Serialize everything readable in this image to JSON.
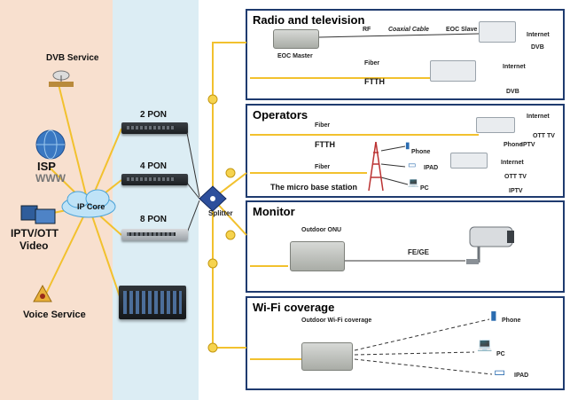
{
  "left": {
    "dvb_service": "DVB Service",
    "isp_label": "ISP",
    "www_label": "WWW",
    "ip_core": "IP Core",
    "iptv_ott_line1": "IPTV/OTT",
    "iptv_ott_line2": "Video",
    "voice_service": "Voice Service"
  },
  "olts": {
    "pon2": "2 PON",
    "pon4": "4 PON",
    "pon8": "8 PON"
  },
  "splitter_label": "Splitter",
  "scenes": {
    "radio": {
      "title": "Radio and television",
      "rf": "RF",
      "coax": "Coaxial Cable",
      "eoc_slave": "EOC Slave",
      "eoc_master": "EOC Master",
      "internet1": "Internet",
      "dvb1": "DVB",
      "fiber": "Fiber",
      "ftth": "FTTH",
      "internet2": "Internet",
      "dvb2": "DVB"
    },
    "operators": {
      "title": "Operators",
      "fiber1": "Fiber",
      "ftth": "FTTH",
      "fiber2": "Fiber",
      "micro": "The micro base station",
      "phone": "Phone",
      "ipad": "IPAD",
      "pc": "PC",
      "internet1": "Internet",
      "ott1": "OTT TV",
      "phone2": "Phone",
      "iptv1": "IPTV",
      "internet2": "Internet",
      "ott2": "OTT TV",
      "iptv2": "IPTV"
    },
    "monitor": {
      "title": "Monitor",
      "onu": "Outdoor ONU",
      "fege": "FE/GE"
    },
    "wifi": {
      "title": "Wi-Fi coverage",
      "outdoor": "Outdoor Wi-Fi coverage",
      "phone": "Phone",
      "pc": "PC",
      "ipad": "IPAD"
    }
  },
  "colors": {
    "left_panel": "#f8e0cf",
    "mid_panel": "#dcedf4",
    "fiber_line": "#f2c12e",
    "box_border": "#1f3b6f"
  }
}
